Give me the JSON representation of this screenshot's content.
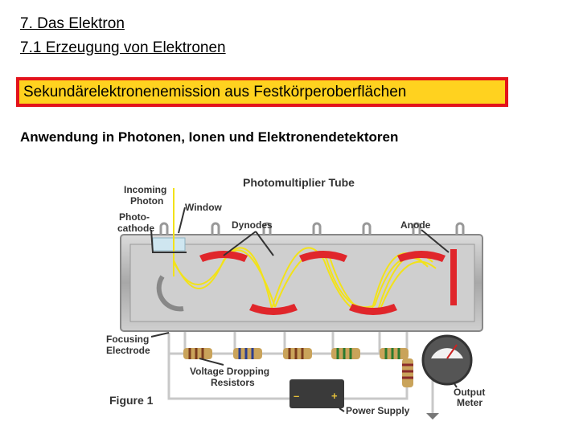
{
  "heading": {
    "line1": "7. Das Elektron",
    "line2": "7.1 Erzeugung von Elektronen"
  },
  "highlight": {
    "text": "Sekundärelektronenemission aus Festkörperoberflächen",
    "border_color": "#e3131b",
    "background_color": "#ffd21f"
  },
  "subtitle": "Anwendung in Photonen, Ionen und Elektronendetektoren",
  "figure": {
    "title": "Photomultiplier Tube",
    "incoming_photon": [
      "Incoming",
      "Photon"
    ],
    "window": "Window",
    "photocathode": [
      "Photo-",
      "cathode"
    ],
    "dynodes": "Dynodes",
    "anode": "Anode",
    "focusing_electrode": [
      "Focusing",
      "Electrode"
    ],
    "resistors": [
      "Voltage Dropping",
      "Resistors"
    ],
    "power_supply": "Power Supply",
    "output_meter": [
      "Output",
      "Meter"
    ],
    "caption": "Figure 1",
    "battery_minus": "–",
    "battery_plus": "+",
    "colors": {
      "dynode": "#e0262b",
      "beam": "#f2e21a",
      "tube": "#b9b9b9"
    }
  }
}
